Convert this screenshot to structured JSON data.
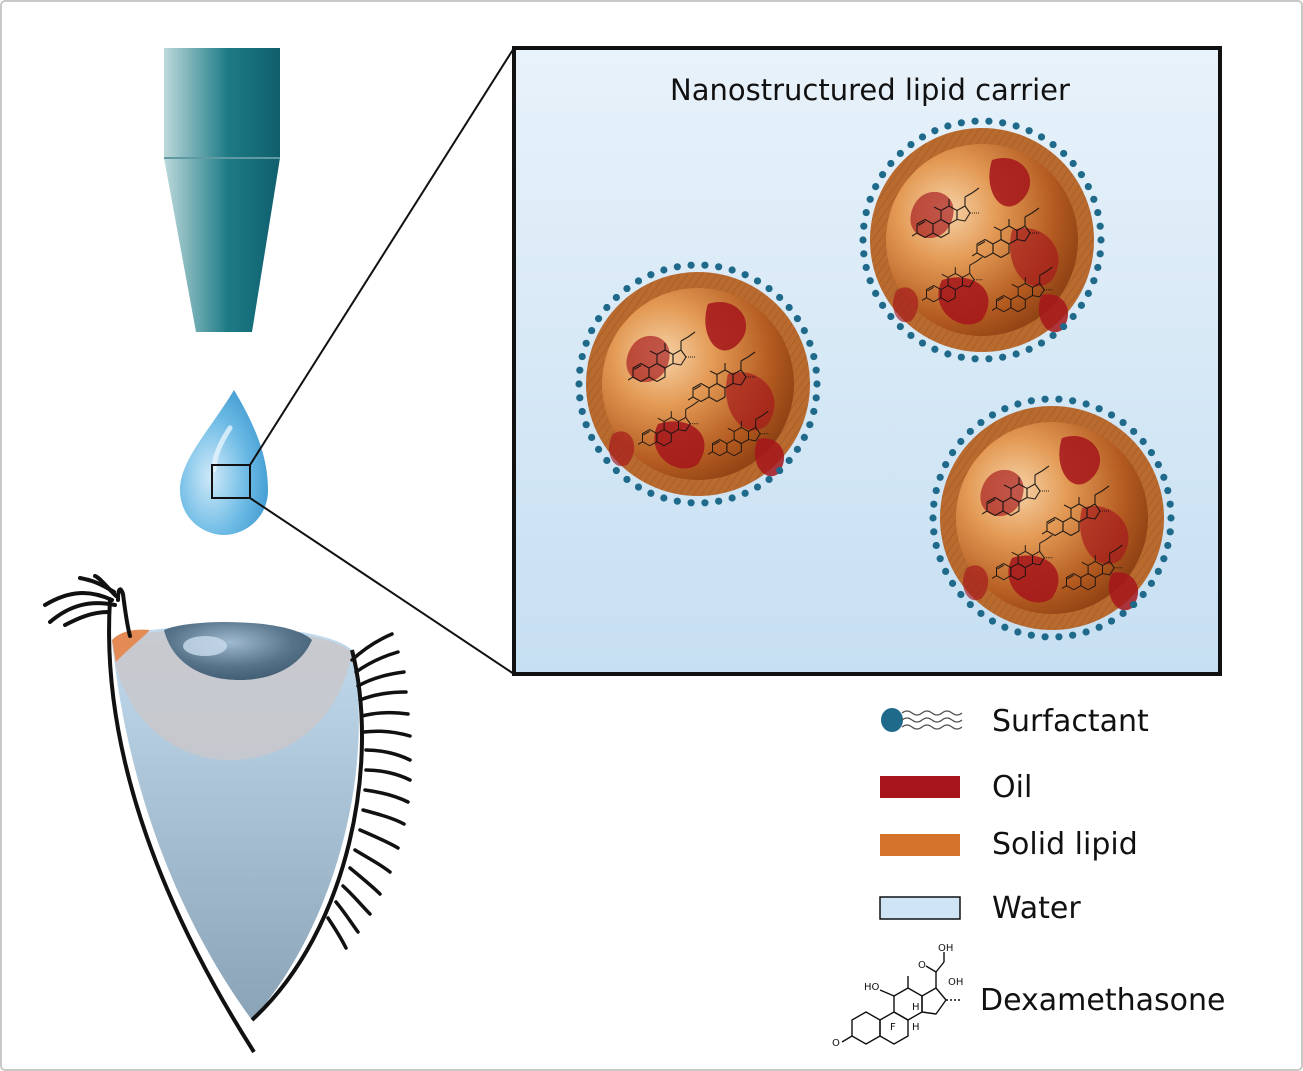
{
  "diagram": {
    "title": "Nanostructured lipid carrier",
    "legend": [
      {
        "label": "Surfactant",
        "icon": "surfactant-icon"
      },
      {
        "label": "Oil",
        "icon": "oil-swatch-icon",
        "color": "#a5151b"
      },
      {
        "label": "Solid lipid",
        "icon": "solid-lipid-swatch-icon",
        "color": "#d4722a"
      },
      {
        "label": "Water",
        "icon": "water-swatch-icon",
        "color": "#cfe5f6"
      },
      {
        "label": "Dexamethasone",
        "icon": "dexamethasone-structure-icon"
      }
    ],
    "molecule_labels": {
      "oh_top": "OH",
      "oh_side": "OH",
      "ho": "HO",
      "o_ketone": "O",
      "o_ring": "O",
      "h1": "H",
      "h2": "H",
      "f": "F"
    },
    "colors": {
      "surfactant": "#1f6a8a",
      "nozzle": "#1a6b7a",
      "droplet": "#3f9fd6",
      "water": "#cfe5f6",
      "oil": "#a5151b",
      "solid_lipid": "#d4722a"
    }
  }
}
